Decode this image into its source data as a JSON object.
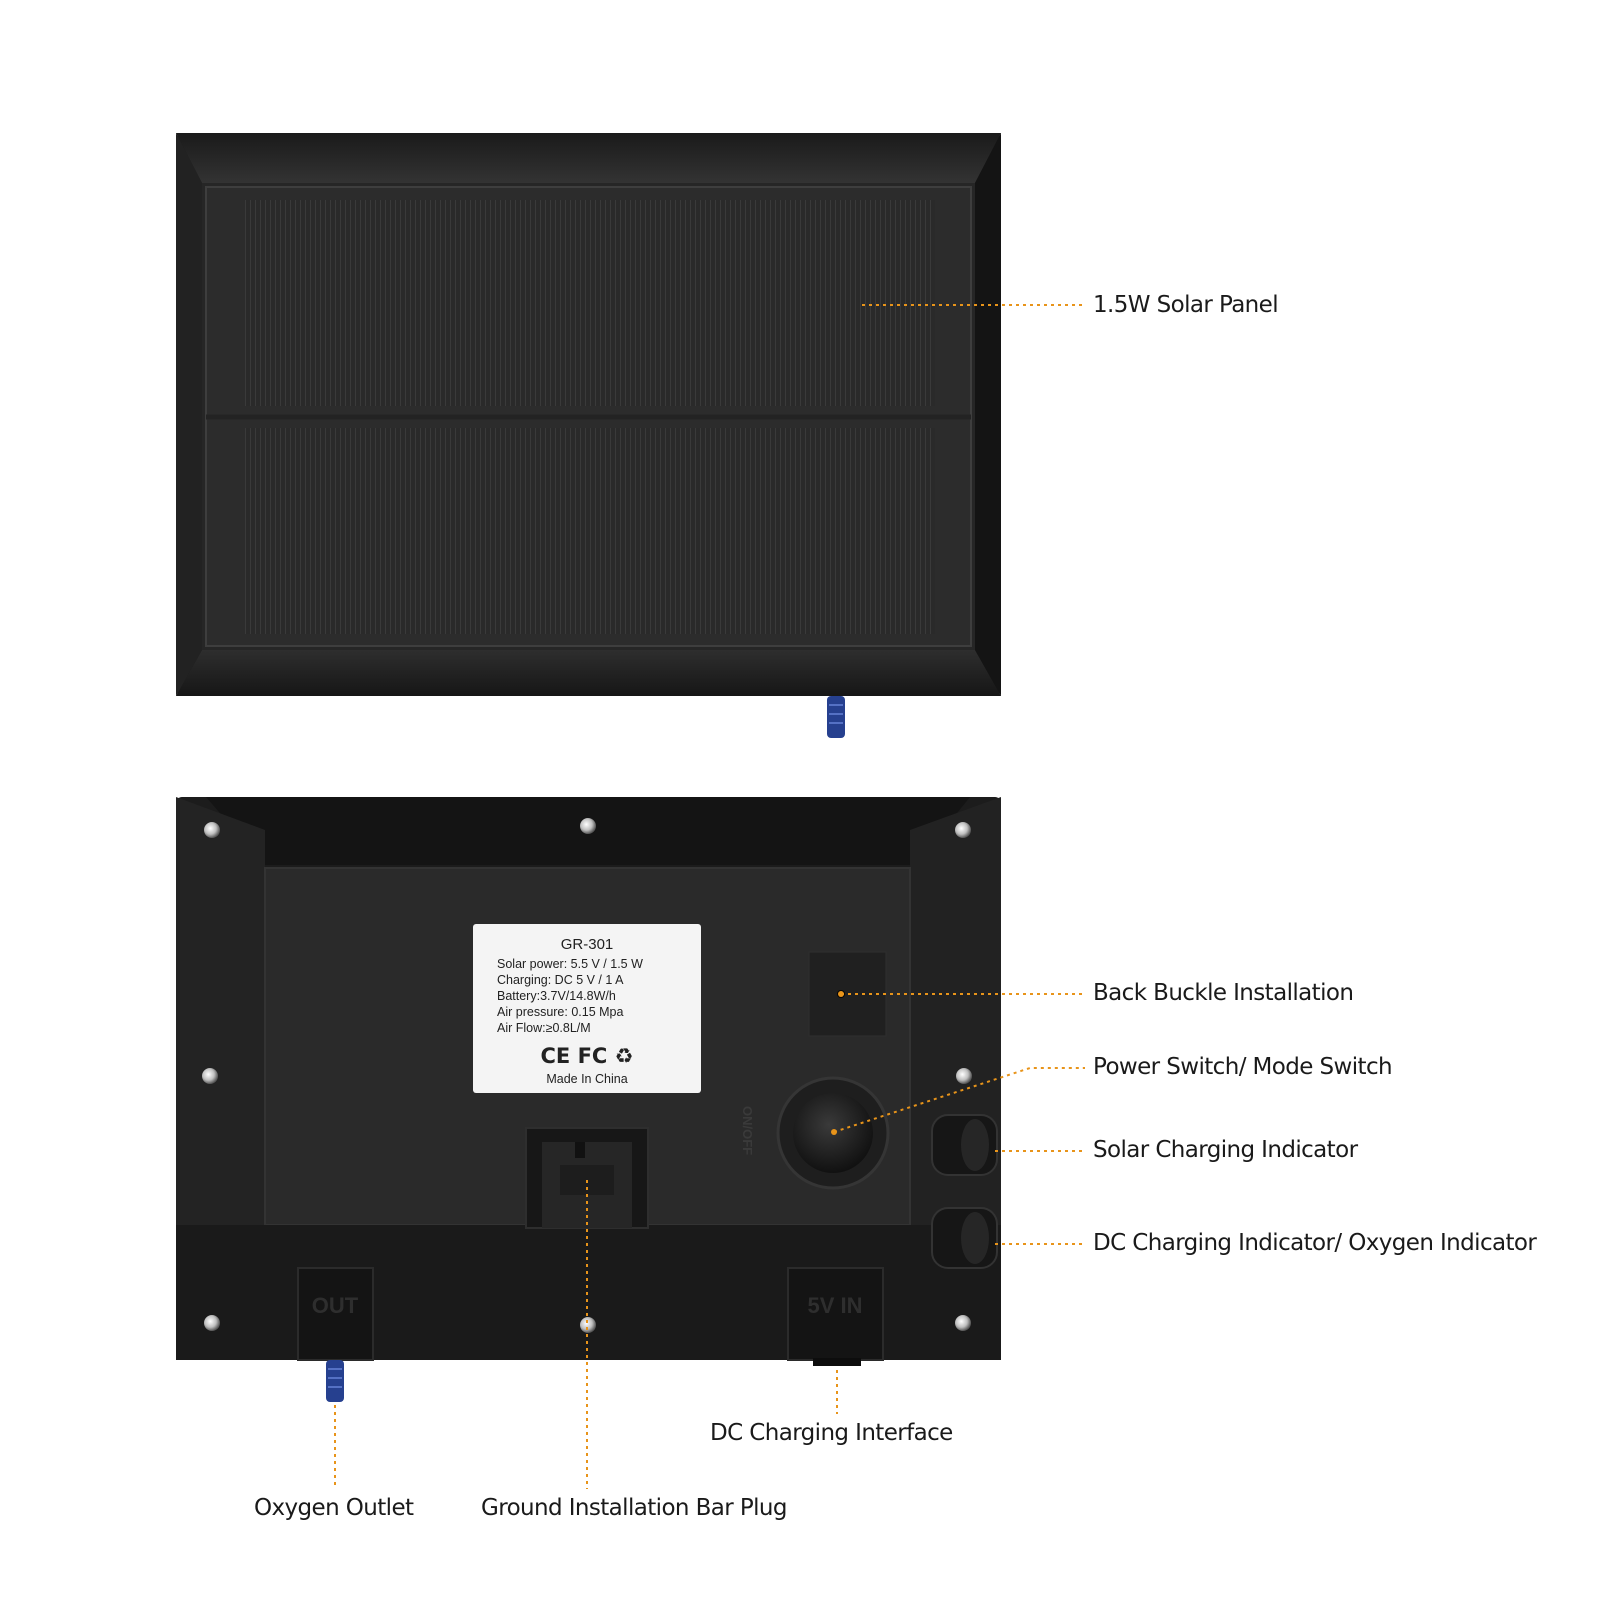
{
  "callouts": {
    "solar_panel": "1.5W Solar Panel",
    "back_buckle": "Back Buckle Installation",
    "power_switch": "Power Switch/ Mode Switch",
    "solar_indicator": "Solar Charging Indicator",
    "dc_indicator": "DC Charging Indicator/ Oxygen Indicator",
    "dc_interface": "DC Charging Interface",
    "oxygen_outlet": "Oxygen Outlet",
    "ground_bar": "Ground Installation Bar Plug"
  },
  "spec_label": {
    "model": "GR-301",
    "lines": [
      "Solar power: 5.5 V / 1.5 W",
      "Charging: DC 5 V / 1 A",
      "Battery:3.7V/14.8W/h",
      "Air pressure: 0.15 Mpa",
      "Air Flow:≥0.8L/M"
    ],
    "marks": "CE FC ♻",
    "origin": "Made In China"
  },
  "device_text": {
    "out_port": "OUT",
    "in_port": "5V IN",
    "switch_mark": "ON/OFF"
  },
  "colors": {
    "callout_line": "#e8941a",
    "device_body": "#1c1c1c",
    "nozzle": "#26408f"
  }
}
